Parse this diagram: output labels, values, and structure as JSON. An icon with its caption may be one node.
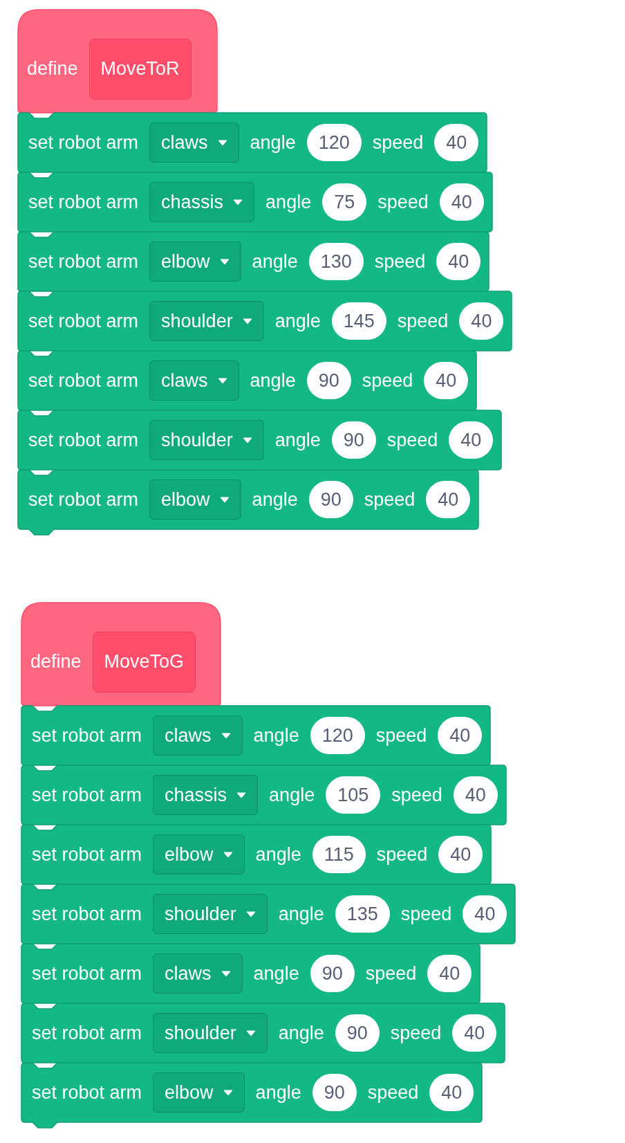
{
  "diagram": {
    "nodes": [
      {
        "text": [
          "define"
        ]
      },
      {
        "text": [
          "MoveToR"
        ],
        "in": 0
      },
      {
        "text": [
          "set robot arm",
          "angle",
          "speed"
        ]
      },
      {
        "text": [
          "claws"
        ],
        "in": 2
      },
      {
        "text": [
          "120"
        ],
        "in": 2
      },
      {
        "text": [
          "40"
        ],
        "in": 2
      },
      {
        "text": [
          "set robot arm",
          "angle",
          "speed"
        ]
      },
      {
        "text": [
          "chassis"
        ],
        "in": 6
      },
      {
        "text": [
          "75"
        ],
        "in": 6
      },
      {
        "text": [
          "40"
        ],
        "in": 6
      },
      {
        "text": [
          "set robot arm",
          "angle",
          "speed"
        ]
      },
      {
        "text": [
          "elbow"
        ],
        "in": 10
      },
      {
        "text": [
          "130"
        ],
        "in": 10
      },
      {
        "text": [
          "40"
        ],
        "in": 10
      },
      {
        "text": [
          "set robot arm",
          "angle",
          "speed"
        ]
      },
      {
        "text": [
          "shoulder"
        ],
        "in": 14
      },
      {
        "text": [
          "145"
        ],
        "in": 14
      },
      {
        "text": [
          "40"
        ],
        "in": 14
      },
      {
        "text": [
          "set robot arm",
          "angle",
          "speed"
        ]
      },
      {
        "text": [
          "claws"
        ],
        "in": 18
      },
      {
        "text": [
          "90"
        ],
        "in": 18
      },
      {
        "text": [
          "40"
        ],
        "in": 18
      },
      {
        "text": [
          "set robot arm",
          "angle",
          "speed"
        ]
      },
      {
        "text": [
          "shoulder"
        ],
        "in": 22
      },
      {
        "text": [
          "90"
        ],
        "in": 22
      },
      {
        "text": [
          "40"
        ],
        "in": 22
      },
      {
        "text": [
          "set robot arm",
          "angle",
          "speed"
        ]
      },
      {
        "text": [
          "elbow"
        ],
        "in": 26
      },
      {
        "text": [
          "90"
        ],
        "in": 26
      },
      {
        "text": [
          "40"
        ],
        "in": 26
      },
      {
        "text": [
          "define"
        ]
      },
      {
        "text": [
          "MoveToG"
        ],
        "in": 30
      },
      {
        "text": [
          "set robot arm",
          "angle",
          "speed"
        ]
      },
      {
        "text": [
          "claws"
        ],
        "in": 32
      },
      {
        "text": [
          "120"
        ],
        "in": 32
      },
      {
        "text": [
          "40"
        ],
        "in": 32
      },
      {
        "text": [
          "set robot arm",
          "angle",
          "speed"
        ]
      },
      {
        "text": [
          "chassis"
        ],
        "in": 36
      },
      {
        "text": [
          "105"
        ],
        "in": 36
      },
      {
        "text": [
          "40"
        ],
        "in": 36
      },
      {
        "text": [
          "set robot arm",
          "angle",
          "speed"
        ]
      },
      {
        "text": [
          "elbow"
        ],
        "in": 40
      },
      {
        "text": [
          "115"
        ],
        "in": 40
      },
      {
        "text": [
          "40"
        ],
        "in": 40
      },
      {
        "text": [
          "set robot arm",
          "angle",
          "speed"
        ]
      },
      {
        "text": [
          "shoulder"
        ],
        "in": 44
      },
      {
        "text": [
          "135"
        ],
        "in": 44
      },
      {
        "text": [
          "40"
        ],
        "in": 44
      },
      {
        "text": [
          "set robot arm",
          "angle",
          "speed"
        ]
      },
      {
        "text": [
          "claws"
        ],
        "in": 48
      },
      {
        "text": [
          "90"
        ],
        "in": 48
      },
      {
        "text": [
          "40"
        ],
        "in": 48
      },
      {
        "text": [
          "set robot arm",
          "angle",
          "speed"
        ]
      },
      {
        "text": [
          "shoulder"
        ],
        "in": 52
      },
      {
        "text": [
          "90"
        ],
        "in": 52
      },
      {
        "text": [
          "40"
        ],
        "in": 52
      },
      {
        "text": [
          "set robot arm",
          "angle",
          "speed"
        ]
      },
      {
        "text": [
          "elbow"
        ],
        "in": 56
      },
      {
        "text": [
          "90"
        ],
        "in": 56
      },
      {
        "text": [
          "40"
        ],
        "in": 56
      }
    ]
  }
}
